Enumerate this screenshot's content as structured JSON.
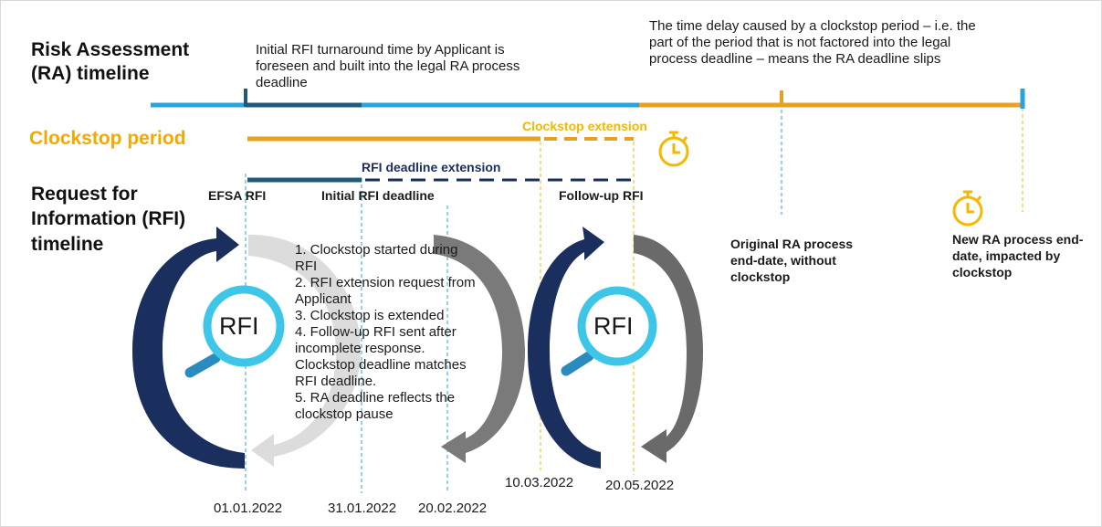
{
  "labels": {
    "ra_timeline": "Risk Assessment (RA) timeline",
    "clockstop_period": "Clockstop period",
    "rfi_timeline": "Request for Information (RFI) timeline",
    "initial_turnaround_note": "Initial RFI turnaround time by Applicant is foreseen and built into the legal RA process deadline",
    "time_delay_note": "The time delay caused by a clockstop period – i.e. the part of the period that is not factored into the legal process deadline – means the RA deadline slips",
    "clockstop_extension": "Clockstop extension",
    "rfi_deadline_extension": "RFI deadline extension",
    "efsa_rfi": "EFSA RFI",
    "initial_rfi_deadline": "Initial RFI deadline",
    "follow_up_rfi": "Follow-up RFI",
    "original_end_date": "Original RA process end-date, without clockstop",
    "new_end_date": "New RA process end-date, impacted by clockstop",
    "rfi_icon_text_1": "RFI",
    "rfi_icon_text_2": "RFI"
  },
  "steps": [
    "1. Clockstop started during RFI",
    "2. RFI extension request from Applicant",
    "3. Clockstop is extended",
    "4. Follow-up RFI sent after incomplete response. Clockstop deadline matches RFI deadline.",
    "5. RA deadline reflects the clockstop pause"
  ],
  "dates": [
    "01.01.2022",
    "31.01.2022",
    "20.02.2022",
    "10.03.2022",
    "20.05.2022"
  ],
  "colors": {
    "ra_blue": "#29a3dc",
    "dark_navy": "#1b2f5e",
    "dark_teal": "#1f5a78",
    "orange": "#e8a020",
    "gold": "#f5b800",
    "grey_arrow": "#7a7a7a",
    "light_grey_arrow": "#d9d9d9",
    "rfi_ring": "#3ec6e8",
    "handle": "#2a8bbf"
  }
}
